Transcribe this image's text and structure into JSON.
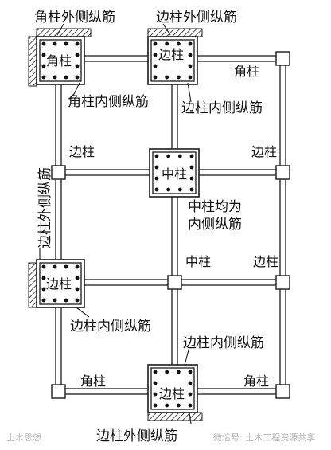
{
  "labels": {
    "corner_outer_bars": "角柱外侧纵筋",
    "edge_outer_bars_top": "边柱外侧纵筋",
    "corner_col_tl": "角柱",
    "edge_col_top": "边柱",
    "corner_right_top": "角柱",
    "corner_inner_bars": "角柱内侧纵筋",
    "edge_inner_bars_top": "边柱内侧纵筋",
    "edge_left_upper": "边柱",
    "center_col": "中柱",
    "edge_right_upper": "边柱",
    "center_note_line1": "中柱均为",
    "center_note_line2": "内侧纵筋",
    "edge_outer_bars_vertical": "边柱外侧纵筋",
    "center_col_lower": "中柱",
    "edge_right_lower": "边柱",
    "edge_col_left": "边柱",
    "edge_inner_bars_left": "边柱内侧纵筋",
    "edge_inner_bars_bottom": "边柱内侧纵筋",
    "corner_left_bottom": "角柱",
    "edge_col_bottom": "边柱",
    "corner_right_bottom": "角柱",
    "edge_outer_bars_bottom": "边柱外侧纵筋"
  },
  "watermarks": {
    "left": "土木思想",
    "right": "微信号: 土木工程资源共享"
  },
  "colors": {
    "line": "#1a1a1a",
    "hatch": "#222222",
    "background": "#ffffff"
  }
}
